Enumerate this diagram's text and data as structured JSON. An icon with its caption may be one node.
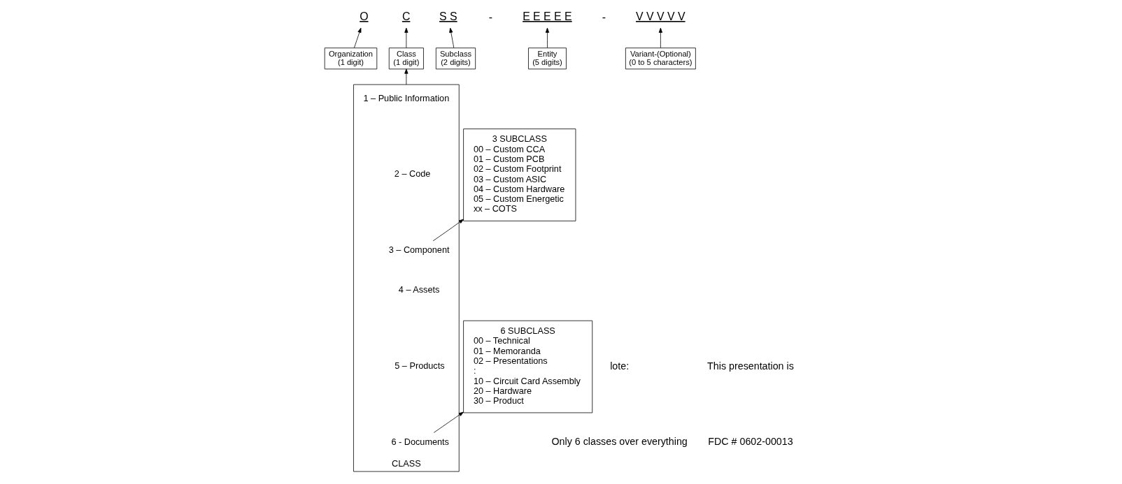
{
  "diagram": {
    "nodes": [
      {
        "text": [
          "O"
        ]
      },
      {
        "text": [
          "C"
        ]
      },
      {
        "text": [
          "S S"
        ]
      },
      {
        "text": [
          "E E E E E"
        ]
      },
      {
        "text": [
          "V V V V V"
        ]
      },
      {
        "text": [
          "Organization",
          "(1 digit)"
        ]
      },
      {
        "text": [
          "Class",
          "(1 digit)"
        ]
      },
      {
        "text": [
          "Subclass",
          "(2 digits)"
        ]
      },
      {
        "text": [
          "Entity",
          "(5 digits)"
        ]
      },
      {
        "text": [
          "Variant-(Optional)",
          "(0 to 5 characters)"
        ]
      },
      {
        "text": [
          "CLASS"
        ]
      },
      {
        "text": [
          "1 – Public Information"
        ],
        "in": 10
      },
      {
        "text": [
          "2 – Code"
        ],
        "in": 10
      },
      {
        "text": [
          "3 – Component"
        ],
        "in": 10
      },
      {
        "text": [
          "4 – Assets"
        ],
        "in": 10
      },
      {
        "text": [
          "5 – Products"
        ],
        "in": 10
      },
      {
        "text": [
          "6 - Documents"
        ],
        "in": 10
      },
      {
        "text": [
          "3 SUBCLASS",
          "00 – Custom CCA",
          "01 – Custom PCB",
          "02 – Custom Footprint",
          "03 – Custom ASIC",
          "04 – Custom Hardware",
          "05 – Custom Energetic",
          "xx – COTS"
        ]
      },
      {
        "text": [
          "6 SUBCLASS",
          "00 – Technical",
          "01 – Memoranda",
          "02 – Presentations",
          ":",
          "10 – Circuit Card Assembly",
          "20 – Hardware",
          "30 – Product"
        ]
      }
    ],
    "edges": [
      {
        "from": 5,
        "to": 0,
        "arrow": "to"
      },
      {
        "from": 6,
        "to": 1,
        "arrow": "to"
      },
      {
        "from": 7,
        "to": 2,
        "arrow": "to"
      },
      {
        "from": 8,
        "to": 3,
        "arrow": "to"
      },
      {
        "from": 9,
        "to": 4,
        "arrow": "to"
      },
      {
        "from": 10,
        "to": 6,
        "arrow": "to"
      },
      {
        "from": 13,
        "to": 17,
        "arrow": "to"
      },
      {
        "from": 16,
        "to": 18,
        "arrow": "to"
      }
    ],
    "labels": [
      "-",
      "-",
      "lote:",
      "Only 6 classes over everything",
      "This presentation is",
      "FDC # 0602-00013"
    ]
  }
}
